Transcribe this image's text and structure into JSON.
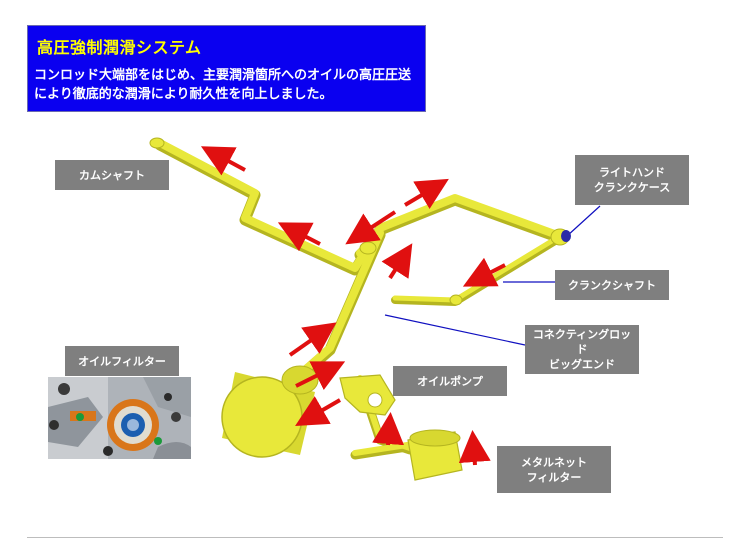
{
  "header": {
    "title": "高圧強制潤滑システム",
    "line1": "コンロッド大端部をはじめ、主要潤滑箇所へのオイルの高圧圧送",
    "line2": "により徹底的な潤滑により耐久性を向上しました。"
  },
  "labels": {
    "camshaft": "カムシャフト",
    "right_crankcase_1": "ライトハンド",
    "right_crankcase_2": "クランクケース",
    "crankshaft": "クランクシャフト",
    "conrod_1": "コネクティングロッド",
    "conrod_2": "ビッグエンド",
    "oil_filter": "オイルフィルター",
    "oil_pump": "オイルポンプ",
    "metal_net_1": "メタルネット",
    "metal_net_2": "フィルター"
  },
  "colors": {
    "header_bg": "#0a00f0",
    "title_text": "#ffff00",
    "pipe": "#e8e83a",
    "pipe_shadow": "#b5b520",
    "arrow": "#e01010",
    "leader": "#1010c0",
    "label_bg": "#7f7f7f"
  }
}
